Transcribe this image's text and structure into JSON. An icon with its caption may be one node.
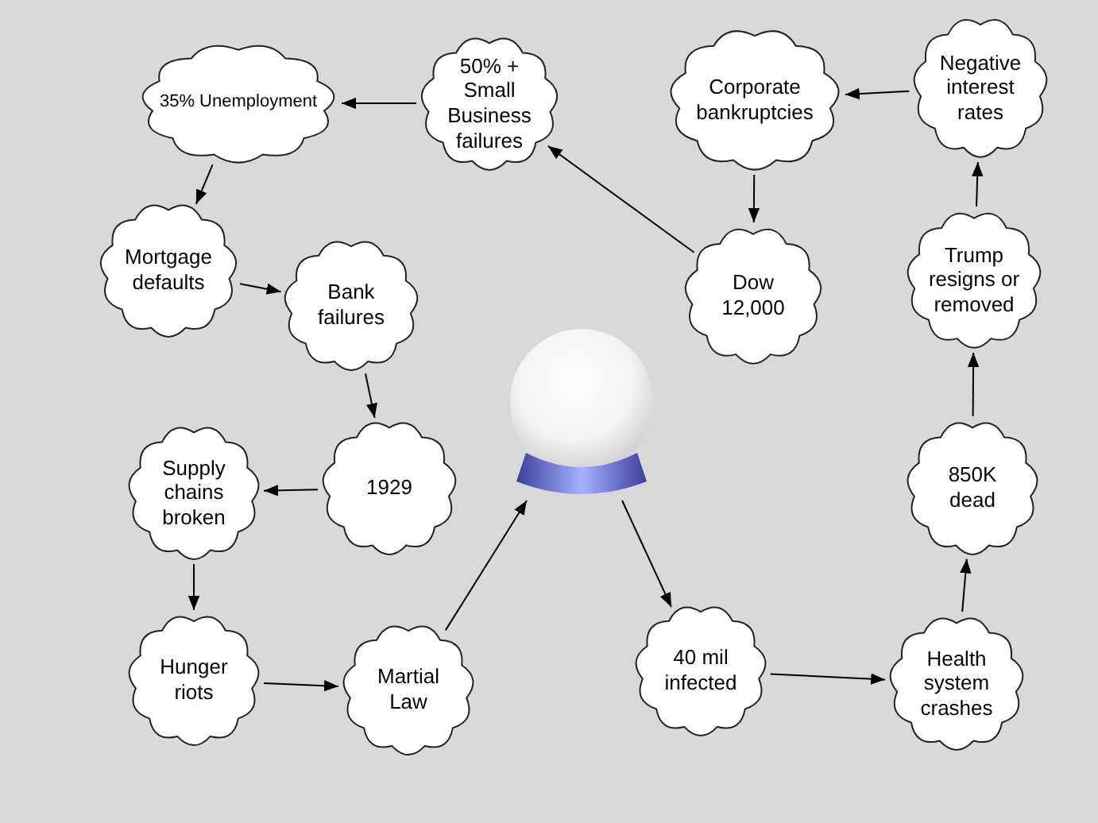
{
  "diagram": {
    "nodes": [
      {
        "text": [
          "35% Unemployment"
        ]
      },
      {
        "text": [
          "50% + Small Business failures"
        ]
      },
      {
        "text": [
          "Corporate bankruptcies"
        ]
      },
      {
        "text": [
          "Negative interest rates"
        ]
      },
      {
        "text": [
          "Mortgage defaults"
        ]
      },
      {
        "text": [
          "Bank failures"
        ]
      },
      {
        "text": [
          "Dow 12,000"
        ]
      },
      {
        "text": [
          "Trump resigns or removed"
        ]
      },
      {
        "text": [],
        "shape": "picture"
      },
      {
        "text": [
          "Supply chains broken"
        ]
      },
      {
        "text": [
          "1929"
        ]
      },
      {
        "text": [
          "850K dead"
        ]
      },
      {
        "text": [
          "Hunger riots"
        ]
      },
      {
        "text": [
          "Martial Law"
        ]
      },
      {
        "text": [
          "40 mil infected"
        ]
      },
      {
        "text": [
          "Health system crashes"
        ]
      }
    ],
    "edges": [
      {
        "from": 1,
        "to": 0,
        "arrow": "to"
      },
      {
        "from": 6,
        "to": 1,
        "arrow": "to"
      },
      {
        "from": 3,
        "to": 2,
        "arrow": "to"
      },
      {
        "from": 2,
        "to": 6,
        "arrow": "to"
      },
      {
        "from": 0,
        "to": 4,
        "arrow": "to"
      },
      {
        "from": 4,
        "to": 5,
        "arrow": "to"
      },
      {
        "from": 5,
        "to": 10,
        "arrow": "to"
      },
      {
        "from": 10,
        "to": 9,
        "arrow": "to"
      },
      {
        "from": 9,
        "to": 12,
        "arrow": "to"
      },
      {
        "from": 12,
        "to": 13,
        "arrow": "to"
      },
      {
        "from": 13,
        "to": 8,
        "arrow": "to"
      },
      {
        "from": 8,
        "to": 14,
        "arrow": "to"
      },
      {
        "from": 14,
        "to": 15,
        "arrow": "to"
      },
      {
        "from": 15,
        "to": 11,
        "arrow": "to"
      },
      {
        "from": 11,
        "to": 7,
        "arrow": "to"
      },
      {
        "from": 7,
        "to": 3,
        "arrow": "to"
      }
    ]
  }
}
